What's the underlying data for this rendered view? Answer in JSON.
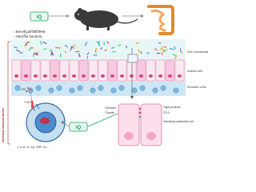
{
  "iq_label": "IQ",
  "legend": {
    "beneficial": "Beneficial bacteria",
    "harmful": "Harmful bacteria"
  },
  "layers": {
    "gut_microbiota": "Gut microbiota",
    "goblet_cell": "Goblet cell",
    "immune_cells": "Immune cells",
    "intestinal_epithelial_cell": "Intestinal epithelial cell"
  },
  "barrier_label": "Intestinal mucosal barrier",
  "receptors": {
    "lps": "LPS",
    "tlr4": "TLR4"
  },
  "tight_junction": {
    "occludin": "Occludin",
    "claudin": "Claudin",
    "zo1": "ZO-1",
    "label": "Tight junctions"
  },
  "cytokines": "( IL-6, IL-1β, TNF-α)",
  "colors": {
    "beneficial": "#2ecc71",
    "harmful": "#e74c3c",
    "lumen": "#e6f6f6",
    "epithelium": "#f2dde8",
    "goblet": "#f7c9e0",
    "immune": "#cfe7f5",
    "iq_box": "#1aa06a"
  }
}
